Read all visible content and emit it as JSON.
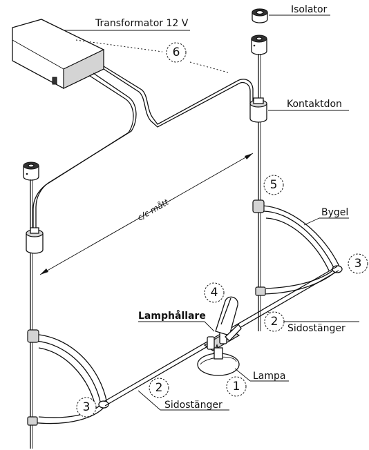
{
  "labels": {
    "transformer": "Transformator 12 V",
    "isolator": "Isolator",
    "connector": "Kontaktdon",
    "dimension": "c/c mått",
    "bracket": "Bygel",
    "lamp_holder": "Lamphållare",
    "side_rods_right": "Sidostänger",
    "lamp": "Lampa",
    "side_rods_left": "Sidostänger"
  },
  "callouts": {
    "c1": "1",
    "c2a": "2",
    "c2b": "2",
    "c3a": "3",
    "c3b": "3",
    "c4": "4",
    "c5": "5",
    "c6": "6"
  }
}
